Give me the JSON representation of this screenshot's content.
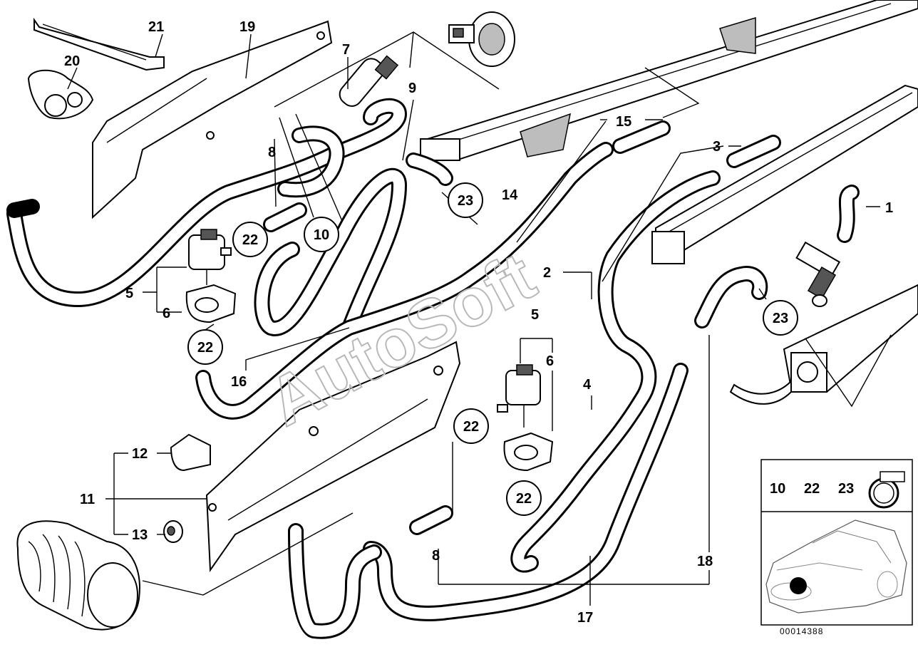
{
  "diagram": {
    "reference_number": "00014388",
    "watermark": "AutoSoft",
    "part_labels": [
      "1",
      "2",
      "3",
      "4",
      "5",
      "6",
      "7",
      "8",
      "9",
      "11",
      "12",
      "13",
      "14",
      "15",
      "16",
      "17",
      "18",
      "19",
      "20",
      "21"
    ],
    "circled_labels": [
      "10",
      "22",
      "23"
    ],
    "legend": {
      "numbers": [
        "10",
        "22",
        "23"
      ]
    }
  }
}
